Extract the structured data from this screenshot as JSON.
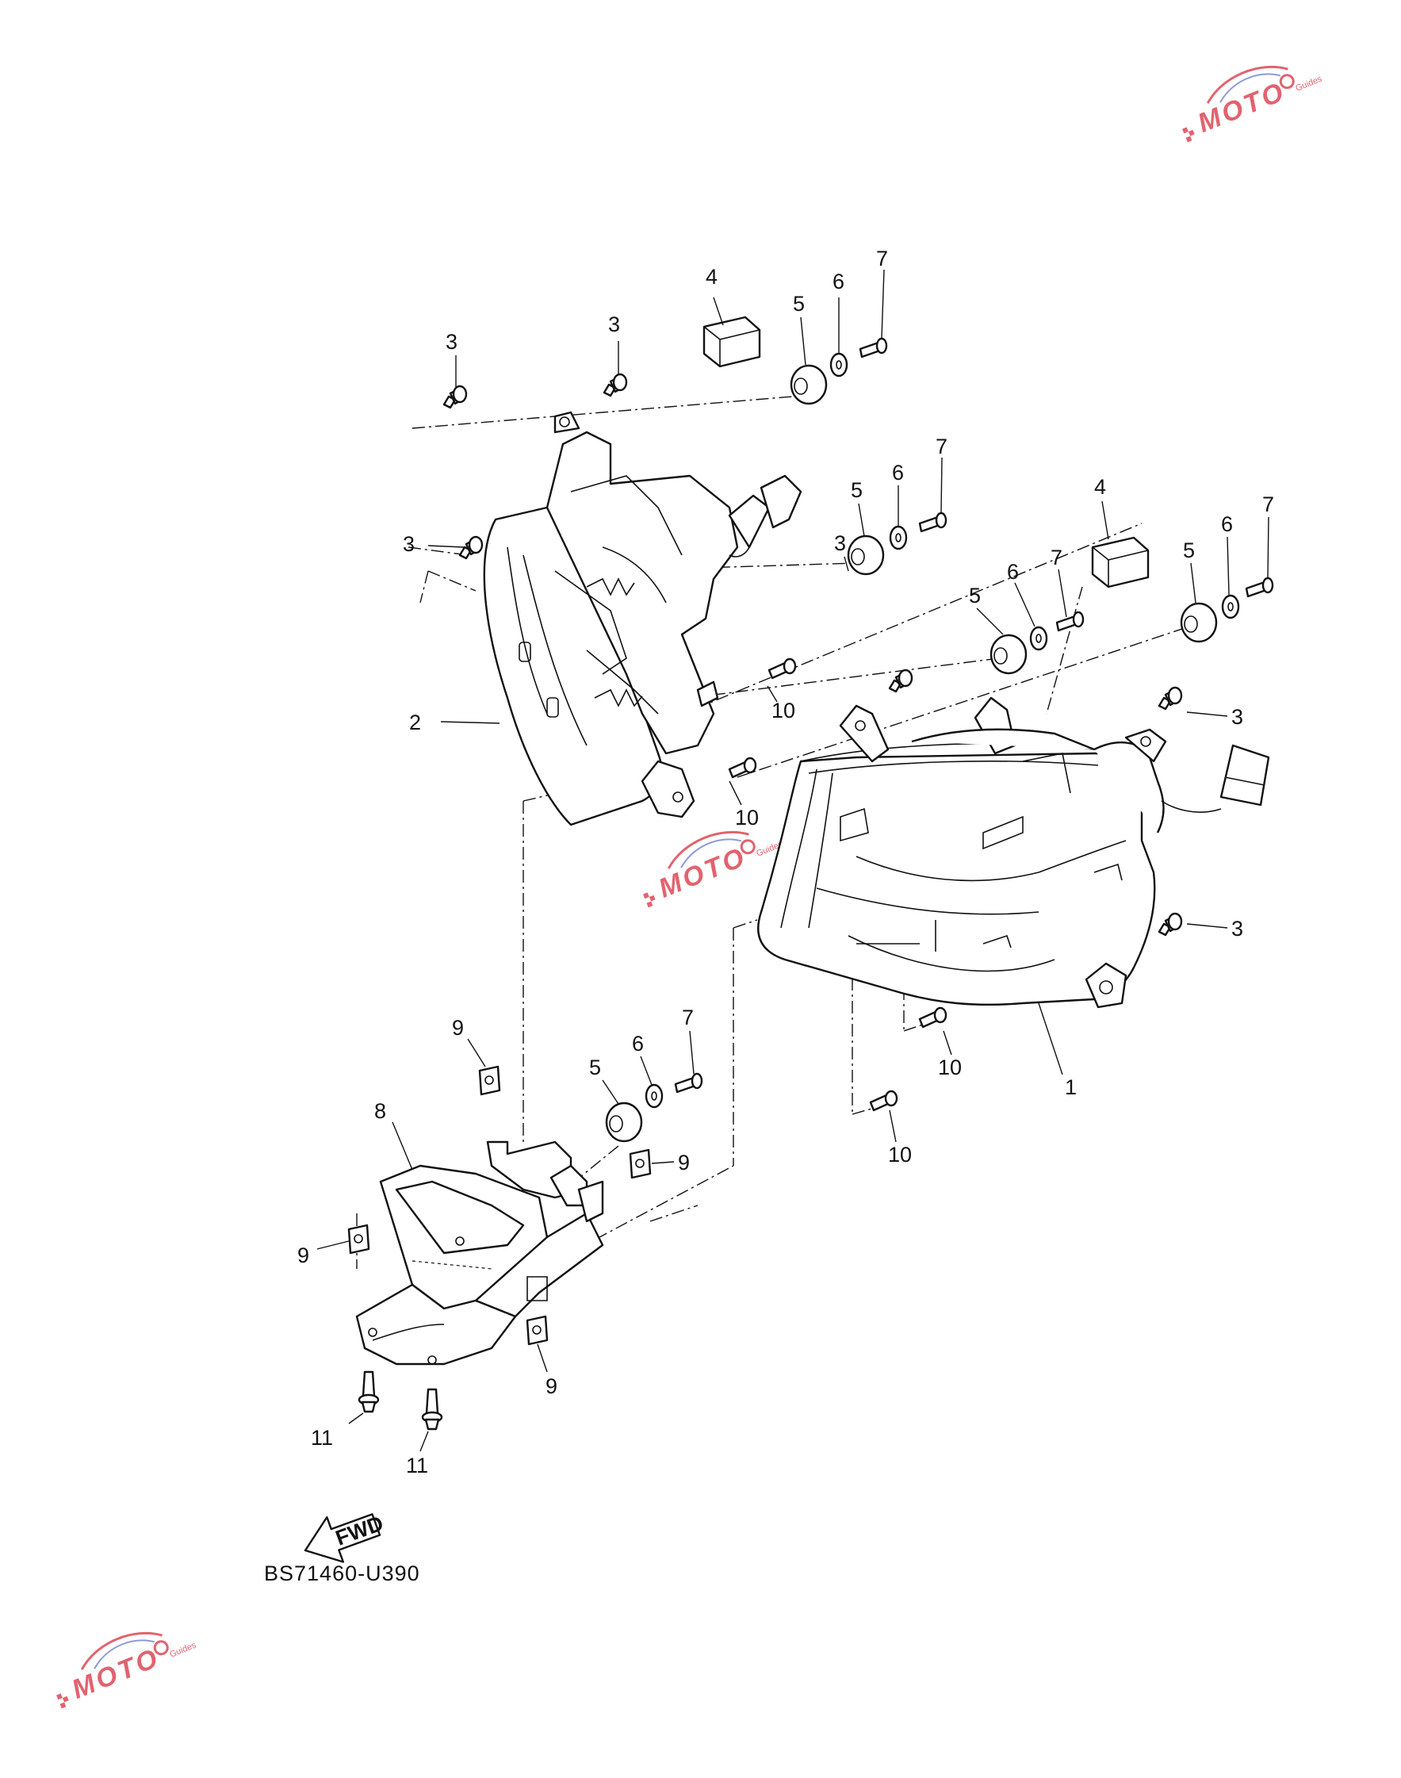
{
  "diagram": {
    "drawing_code": "BS71460-U390",
    "direction_label": "FWD",
    "callouts": [
      "1",
      "2",
      "3",
      "3",
      "3",
      "3",
      "3",
      "3",
      "4",
      "4",
      "5",
      "5",
      "5",
      "5",
      "5",
      "6",
      "6",
      "6",
      "6",
      "6",
      "7",
      "7",
      "7",
      "7",
      "7",
      "8",
      "9",
      "9",
      "9",
      "9",
      "10",
      "10",
      "10",
      "10",
      "11",
      "11"
    ]
  },
  "watermark": {
    "brand_letters": [
      "M",
      "O",
      "T",
      "O"
    ],
    "brand_sub": "Guides",
    "color": "#e1636f"
  }
}
